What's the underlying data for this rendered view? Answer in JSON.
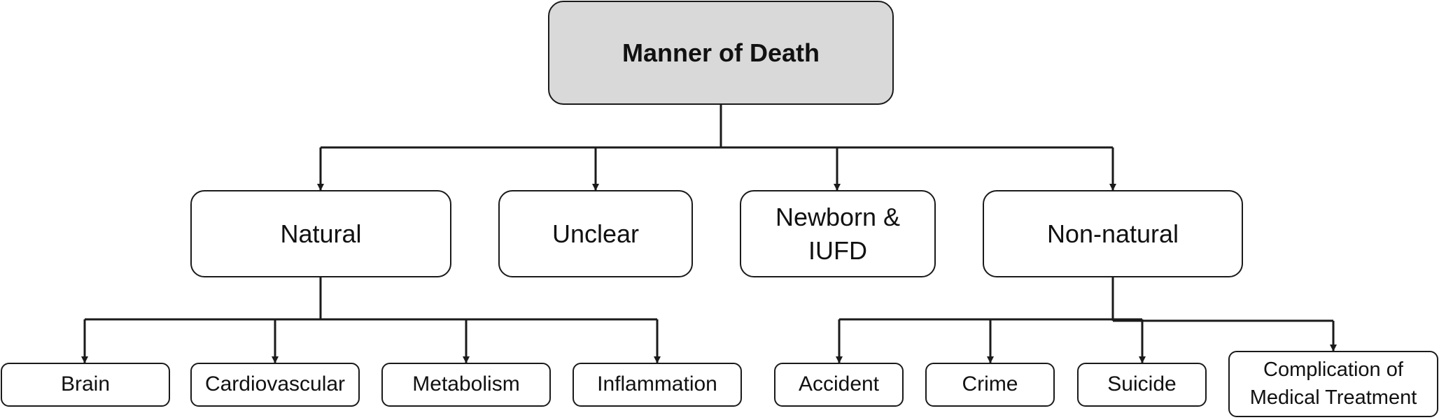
{
  "diagram": {
    "root": {
      "label": "Manner of Death"
    },
    "categories": [
      {
        "label": "Natural"
      },
      {
        "label": "Unclear"
      },
      {
        "label": "Newborn &\nIUFD"
      },
      {
        "label": "Non-natural"
      }
    ],
    "natural_causes": [
      {
        "label": "Brain"
      },
      {
        "label": "Cardiovascular"
      },
      {
        "label": "Metabolism"
      },
      {
        "label": "Inflammation"
      }
    ],
    "non_natural_causes": [
      {
        "label": "Accident"
      },
      {
        "label": "Crime"
      },
      {
        "label": "Suicide"
      },
      {
        "label": "Complication of\nMedical Treatment"
      }
    ]
  },
  "colors": {
    "root_fill": "#d9d9d9",
    "node_fill": "#ffffff",
    "stroke": "#1a1a1a"
  }
}
